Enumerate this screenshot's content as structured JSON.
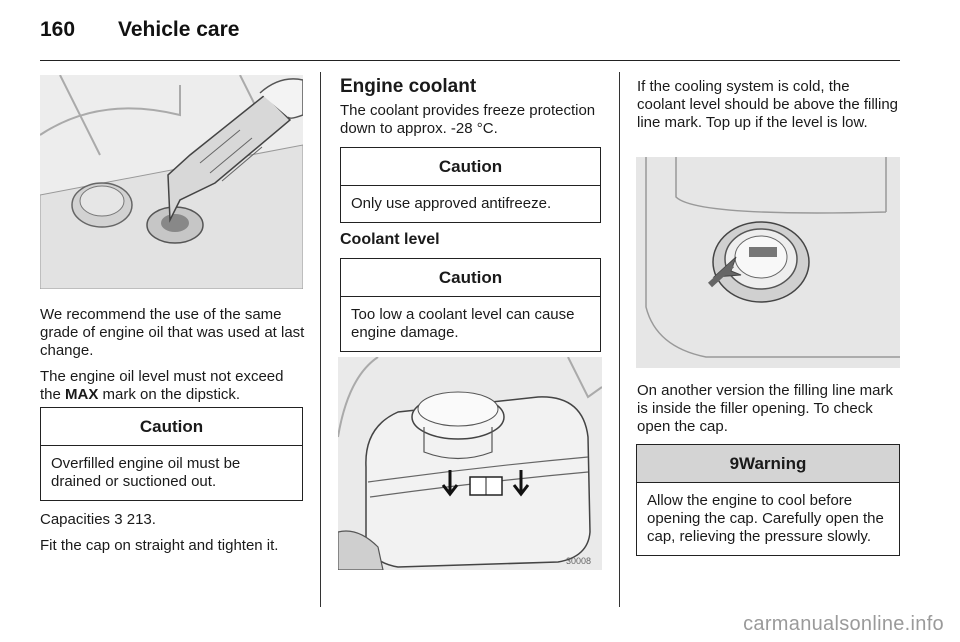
{
  "header": {
    "page_number": "160",
    "section_title": "Vehicle care"
  },
  "column1": {
    "para1": "We recommend the use of the same grade of engine oil that was used at last change.",
    "para2_before": "The engine oil level must not exceed the ",
    "para2_bold": "MAX",
    "para2_after": " mark on the dipstick.",
    "caution_title": "Caution",
    "caution_text": "Overfilled engine oil must be drained or suctioned out.",
    "capacities_label": "Capacities",
    "ref_symbol": "3",
    "capacities_page": "213.",
    "fit_cap": "Fit the cap on straight and tighten it."
  },
  "column2": {
    "heading": "Engine coolant",
    "intro": "The coolant provides freeze protection down to approx. -28 °C.",
    "caution1_title": "Caution",
    "caution1_text": "Only use approved antifreeze.",
    "subheading": "Coolant level",
    "caution2_title": "Caution",
    "caution2_text": "Too low a coolant level can cause engine damage.",
    "figure_code": "30008"
  },
  "column3": {
    "para1": "If the cooling system is cold, the coolant level should be above the filling line mark. Top up if the level is low.",
    "para2": "On another version the filling line mark is inside the filler opening. To check open the cap.",
    "warning_symbol": "9",
    "warning_title": "Warning",
    "warning_text": "Allow the engine to cool before opening the cap. Carefully open the cap, relieving the pressure slowly."
  },
  "footer": {
    "watermark": "carmanualsonline.info"
  }
}
